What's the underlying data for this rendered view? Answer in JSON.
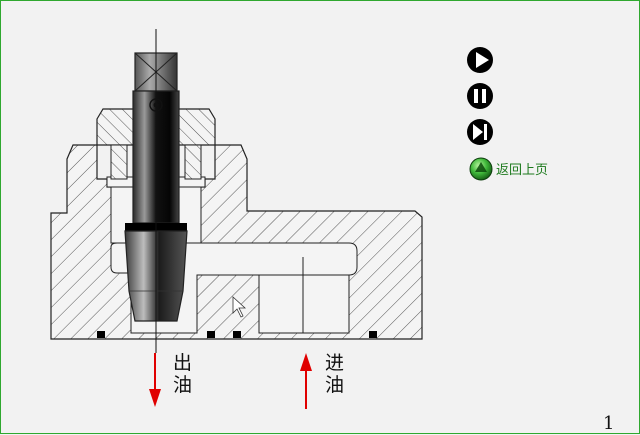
{
  "labels": {
    "outlet_char1": "出",
    "outlet_char2": "油",
    "inlet_char1": "进",
    "inlet_char2": "油",
    "return_home": "返回上页",
    "page_number": "1"
  },
  "controls": [
    {
      "name": "play-button",
      "icon": "play-icon"
    },
    {
      "name": "pause-button",
      "icon": "pause-icon"
    },
    {
      "name": "skip-next-button",
      "icon": "skip-next-icon"
    },
    {
      "name": "return-button",
      "icon": "green-orb-icon"
    }
  ],
  "colors": {
    "flow_arrow": "#e00000",
    "border": "#2fa82f",
    "return_text": "#1e7a1e",
    "hatch": "#555555",
    "background": "#f2f2f2"
  }
}
